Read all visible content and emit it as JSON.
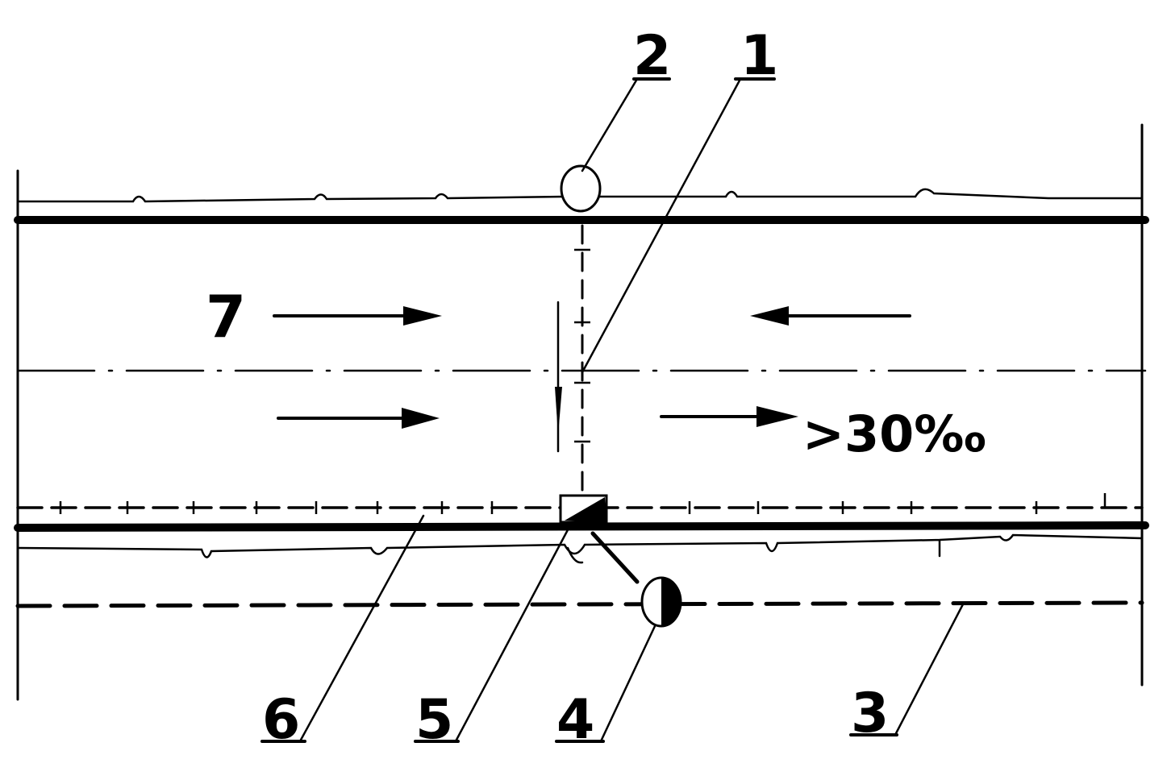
{
  "labels": {
    "l1": "1",
    "l2": "2",
    "l3": "3",
    "l4": "4",
    "l5": "5",
    "l6": "6",
    "l7": "7"
  },
  "gradient": ">30‰",
  "colors": {
    "ink": "#000000",
    "paper": "#ffffff"
  }
}
